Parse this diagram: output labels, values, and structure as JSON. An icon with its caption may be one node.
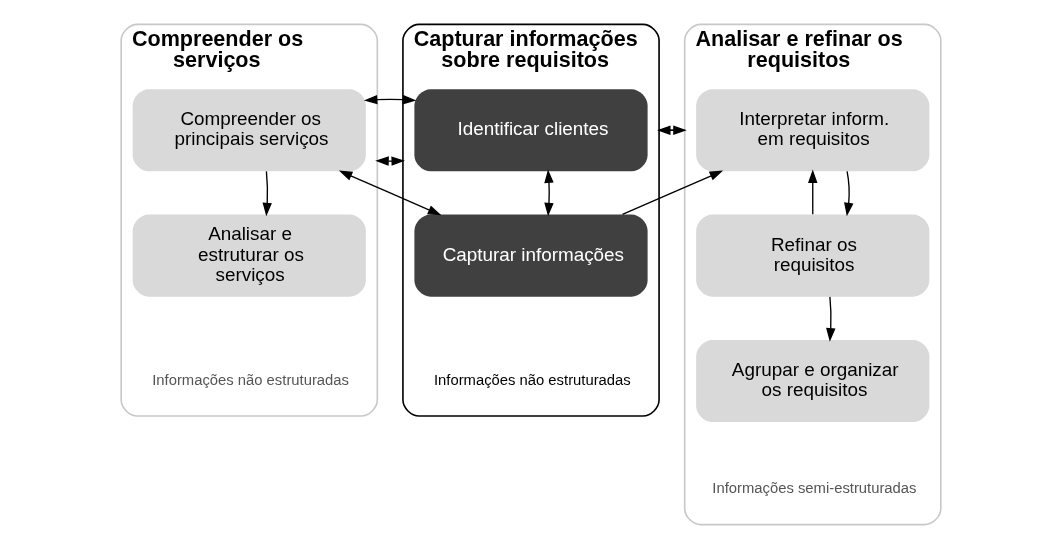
{
  "diagram": {
    "nodes": [
      {
        "text": [
          "Compreender os serviços",
          "Informações não estruturadas"
        ]
      },
      {
        "text": [
          "Compreender os principais serviços"
        ],
        "in": 0
      },
      {
        "text": [
          "Analisar e estruturar os serviços"
        ],
        "in": 0
      },
      {
        "text": [
          "Capturar informações sobre requisitos",
          "Informações não estruturadas"
        ]
      },
      {
        "text": [
          "Identificar clientes"
        ],
        "in": 3
      },
      {
        "text": [
          "Capturar informações"
        ],
        "in": 3
      },
      {
        "text": [
          "Analisar e refinar os requisitos",
          "Informações semi-estruturadas"
        ]
      },
      {
        "text": [
          "Interpretar inform. em requisitos"
        ],
        "in": 6
      },
      {
        "text": [
          "Refinar os requisitos"
        ],
        "in": 6
      },
      {
        "text": [
          "Agrupar e organizar os requisitos"
        ],
        "in": 6
      }
    ],
    "edges": [
      {
        "from": 0,
        "to": 3,
        "arrow": "both"
      },
      {
        "from": 3,
        "to": 6,
        "arrow": "to"
      },
      {
        "from": 6,
        "to": 3,
        "arrow": "to"
      },
      {
        "from": 1,
        "to": 2,
        "arrow": "to"
      },
      {
        "from": 1,
        "to": 4,
        "arrow": "both"
      },
      {
        "from": 1,
        "to": 5,
        "arrow": "both"
      },
      {
        "from": 4,
        "to": 5,
        "arrow": "both"
      },
      {
        "from": 5,
        "to": 7,
        "arrow": "to"
      },
      {
        "from": 8,
        "to": 7,
        "arrow": "to"
      },
      {
        "from": 7,
        "to": 8,
        "arrow": "to"
      },
      {
        "from": 8,
        "to": 9,
        "arrow": "to"
      }
    ]
  }
}
